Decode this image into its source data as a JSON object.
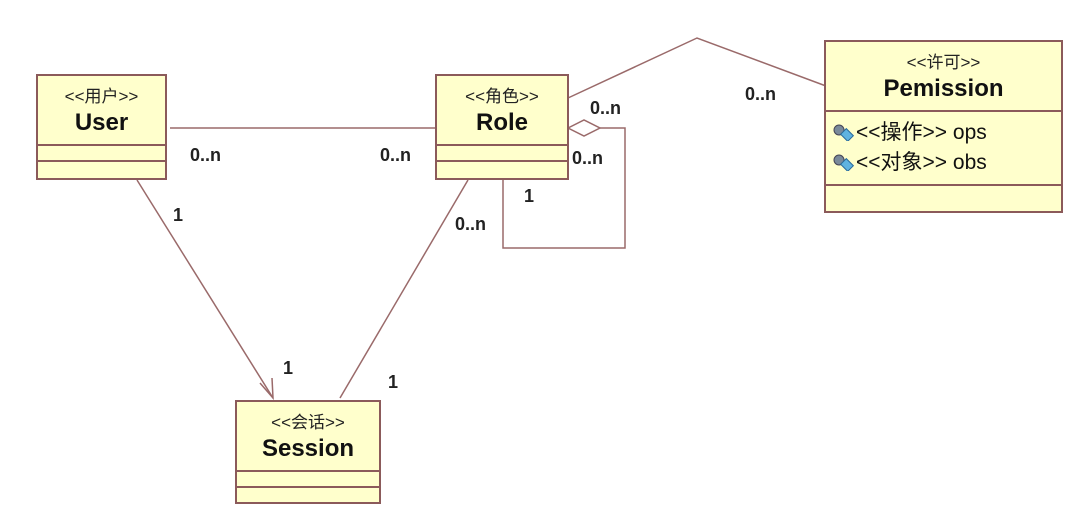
{
  "classes": {
    "user": {
      "stereotype": "<<用户>>",
      "name": "User"
    },
    "role": {
      "stereotype": "<<角色>>",
      "name": "Role"
    },
    "permission": {
      "stereotype": "<<许可>>",
      "name": "Pemission",
      "attributes": [
        {
          "icon": "attribute-icon",
          "text": "<<操作>> ops"
        },
        {
          "icon": "attribute-icon",
          "text": "<<对象>> obs"
        }
      ]
    },
    "session": {
      "stereotype": "<<会话>>",
      "name": "Session"
    }
  },
  "multiplicities": {
    "user_role_user_end": "0..n",
    "user_role_role_end": "0..n",
    "role_self_top": "0..n",
    "role_self_right": "0..n",
    "role_self_bottom": "1",
    "role_session_role_end": "0..n",
    "role_session_session_end": "1",
    "user_session_user_end": "1",
    "user_session_session_end": "1",
    "role_permission_end": "0..n"
  },
  "colors": {
    "class_fill": "#ffffcc",
    "class_border": "#8b5a5a",
    "line": "#9a6a6a"
  }
}
